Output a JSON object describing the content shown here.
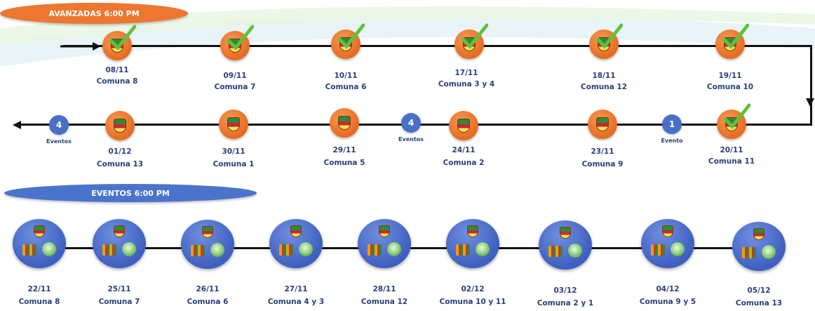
{
  "headers": {
    "avanzadas": "AVANZADAS 6:00 PM",
    "eventos": "EVENTOS 6:00 PM"
  },
  "colors": {
    "orange": "#ee7730",
    "blue": "#4a74cc",
    "label_text": "#2a3f7a",
    "check": "#5cc23a"
  },
  "avanzadas_row1": [
    {
      "date": "08/11",
      "comuna": "Comuna 8",
      "done": true
    },
    {
      "date": "09/11",
      "comuna": "Comuna 7",
      "done": true
    },
    {
      "date": "10/11",
      "comuna": "Comuna 6",
      "done": true
    },
    {
      "date": "17/11",
      "comuna": "Comuna 3 y 4",
      "done": true
    },
    {
      "date": "18/11",
      "comuna": "Comuna 12",
      "done": true
    },
    {
      "date": "19/11",
      "comuna": "Comuna 10",
      "done": true
    }
  ],
  "avanzadas_row2": [
    {
      "date": "20/11",
      "comuna": "Comuna 11",
      "done": true
    },
    {
      "date": "23/11",
      "comuna": "Comuna 9",
      "done": false
    },
    {
      "date": "24/11",
      "comuna": "Comuna 2",
      "done": false
    },
    {
      "date": "29/11",
      "comuna": "Comuna 5",
      "done": false
    },
    {
      "date": "30/11",
      "comuna": "Comuna 1",
      "done": false
    },
    {
      "date": "01/12",
      "comuna": "Comuna 13",
      "done": false
    }
  ],
  "event_markers": [
    {
      "count": "1",
      "label": "Evento"
    },
    {
      "count": "4",
      "label": "Eventos"
    },
    {
      "count": "4",
      "label": "Eventos"
    }
  ],
  "eventos": [
    {
      "date": "22/11",
      "comuna": "Comuna 8"
    },
    {
      "date": "25/11",
      "comuna": "Comuna 7"
    },
    {
      "date": "26/11",
      "comuna": "Comuna 6"
    },
    {
      "date": "27/11",
      "comuna": "Comuna 4 y 3"
    },
    {
      "date": "28/11",
      "comuna": "Comuna 12"
    },
    {
      "date": "02/12",
      "comuna": "Comuna 10 y 11"
    },
    {
      "date": "03/12",
      "comuna": "Comuna 2 y 1"
    },
    {
      "date": "04/12",
      "comuna": "Comuna 9 y 5"
    },
    {
      "date": "05/12",
      "comuna": "Comuna 13"
    }
  ]
}
